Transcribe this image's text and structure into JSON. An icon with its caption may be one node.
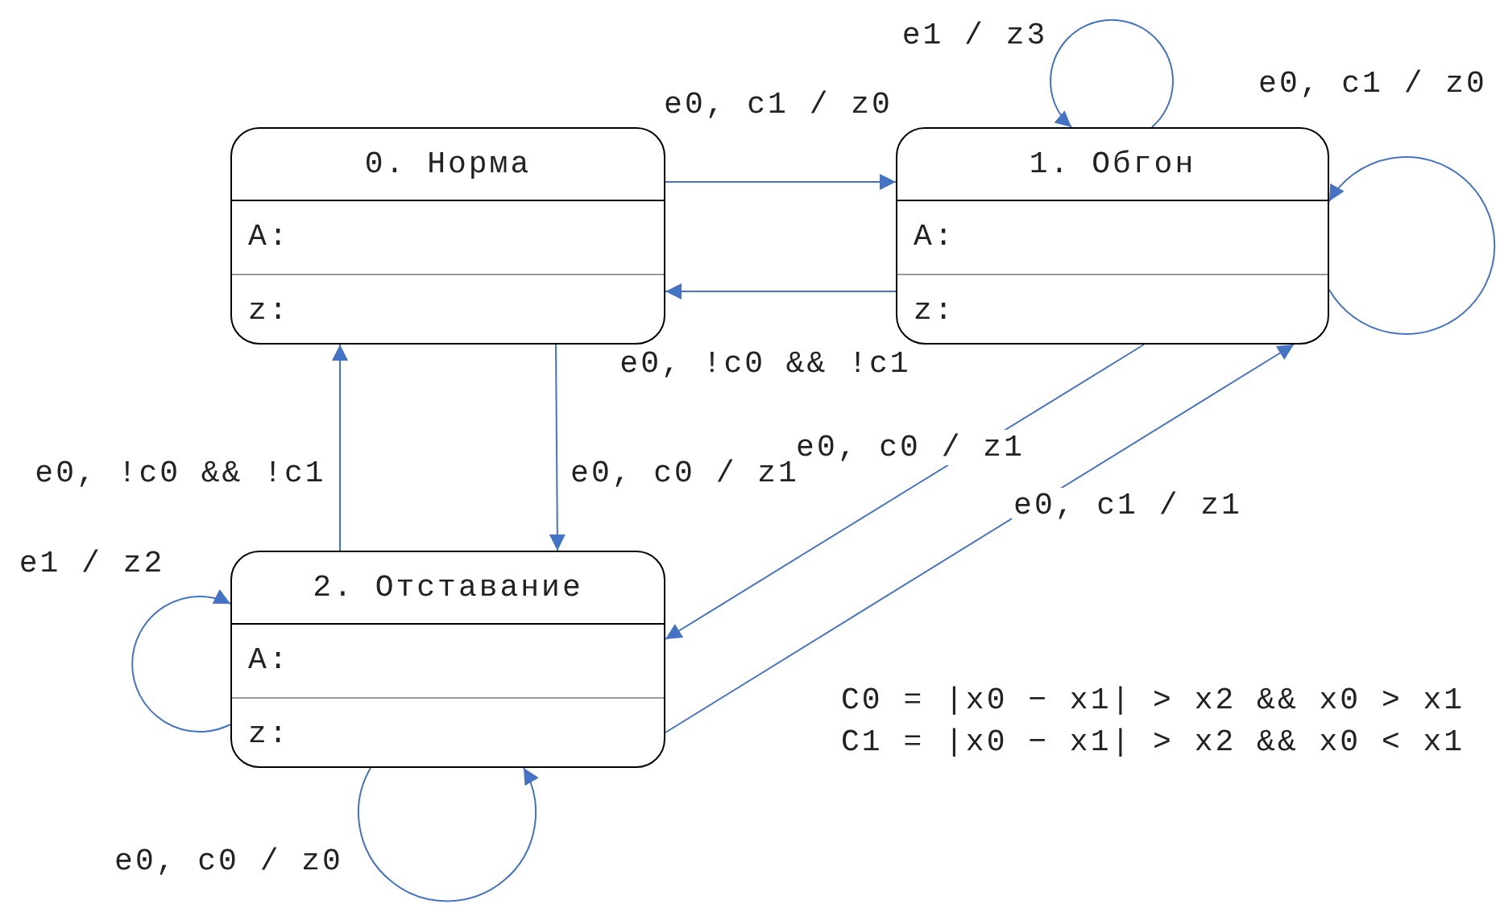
{
  "diagram": {
    "nodes": [
      {
        "text": [
          "0. Норма",
          "A:",
          "z:"
        ]
      },
      {
        "text": [
          "1. Обгон",
          "A:",
          "z:"
        ]
      },
      {
        "text": [
          "2. Отставание",
          "A:",
          "z:"
        ]
      }
    ],
    "edges": [
      {
        "from": 0,
        "to": 1,
        "arrow": "to",
        "label": "e0, c1 / z0"
      },
      {
        "from": 1,
        "to": 0,
        "arrow": "to",
        "label": "e0, !c0 && !c1"
      },
      {
        "from": 1,
        "to": 1,
        "arrow": "to",
        "label": "e1 / z3"
      },
      {
        "from": 1,
        "to": 1,
        "arrow": "to",
        "label": "e0, c1 / z0"
      },
      {
        "from": 2,
        "to": 0,
        "arrow": "to",
        "label": "e0, !c0 && !c1"
      },
      {
        "from": 0,
        "to": 2,
        "arrow": "to",
        "label": "e0, c0 / z1"
      },
      {
        "from": 1,
        "to": 2,
        "arrow": "to",
        "label": "e0, c0 / z1"
      },
      {
        "from": 2,
        "to": 1,
        "arrow": "to",
        "label": "e0, c1 / z1"
      },
      {
        "from": 2,
        "to": 2,
        "arrow": "to",
        "label": "e1 / z2"
      },
      {
        "from": 2,
        "to": 2,
        "arrow": "to",
        "label": "e0, c0 / z0"
      }
    ],
    "labels": [
      "C0 = |x0 − x1| > x2 && x0 > x1",
      "C1 = |x0 − x1| > x2 && x0 < x1"
    ]
  }
}
